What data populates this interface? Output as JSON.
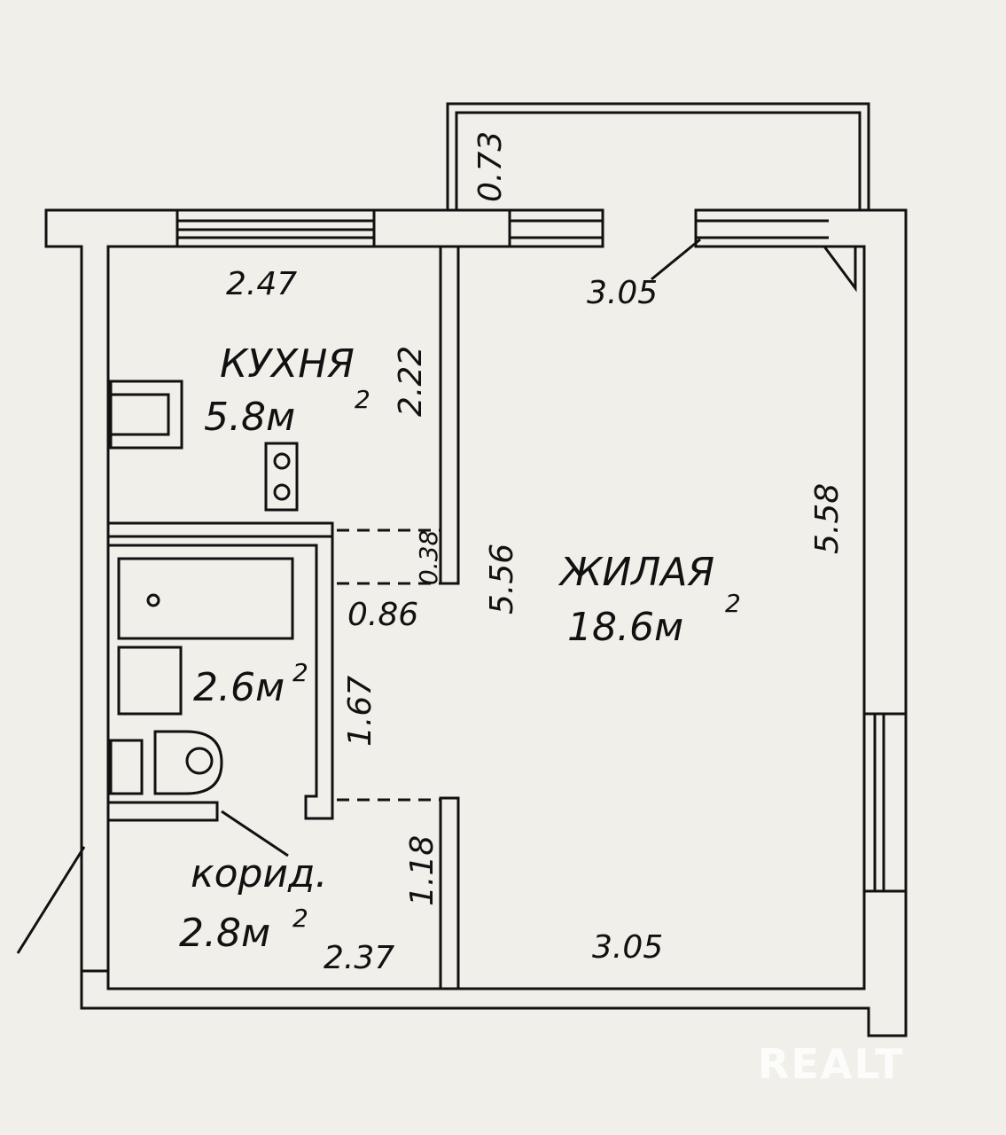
{
  "rooms": {
    "kitchen": {
      "name": "КУХНЯ",
      "area": "5.8м",
      "exp": "2"
    },
    "living": {
      "name": "ЖИЛАЯ",
      "area": "18.6м",
      "exp": "2"
    },
    "bathroom": {
      "area": "2.6м",
      "exp": "2"
    },
    "corridor": {
      "name": "корид.",
      "area": "2.8м",
      "exp": "2"
    }
  },
  "dimensions": {
    "kitchen_width": "2.47",
    "kitchen_depth": "2.22",
    "balcony_depth": "0.73",
    "living_width_top": "3.05",
    "living_width_bottom": "3.05",
    "living_depth_right": "5.58",
    "living_depth_left": "5.56",
    "wall_gap": "0.38",
    "bath_door": "0.86",
    "bath_depth": "1.67",
    "corridor_depth": "1.18",
    "corridor_width": "2.37"
  },
  "watermark": "REALT",
  "colors": {
    "background": "#f1efe9",
    "lines": "#111111"
  }
}
